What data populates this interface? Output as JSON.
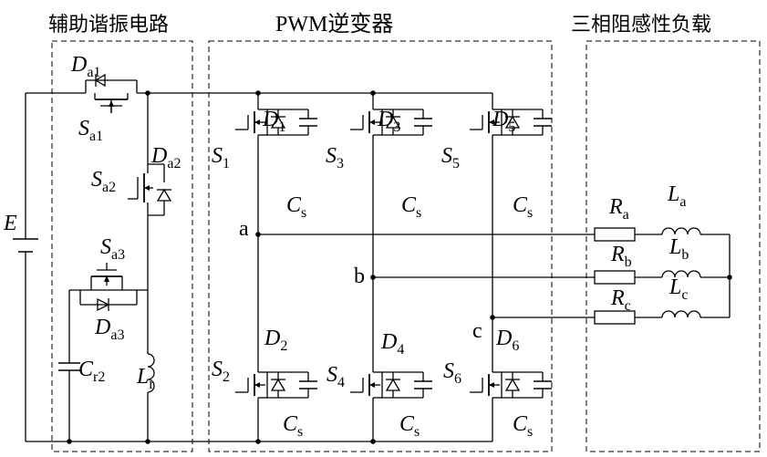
{
  "titles": {
    "auxiliary": "辅助谐振电路",
    "inverter": "PWM逆变器",
    "load": "三相阻感性负载"
  },
  "labels": {
    "E": "E",
    "Da1": "D",
    "Da1_sub": "a1",
    "Sa1": "S",
    "Sa1_sub": "a1",
    "Sa2": "S",
    "Sa2_sub": "a2",
    "Da2": "D",
    "Da2_sub": "a2",
    "Sa3": "S",
    "Sa3_sub": "a3",
    "Da3": "D",
    "Da3_sub": "a3",
    "Cr2": "C",
    "Cr2_sub": "r2",
    "Lr": "L",
    "Lr_sub": "r",
    "S1": "S",
    "S1_sub": "1",
    "D1": "D",
    "D1_sub": "1",
    "S3": "S",
    "S3_sub": "3",
    "D3": "D",
    "D3_sub": "3",
    "S5": "S",
    "S5_sub": "5",
    "D5": "D",
    "D5_sub": "5",
    "S2": "S",
    "S2_sub": "2",
    "D2": "D",
    "D2_sub": "2",
    "S4": "S",
    "S4_sub": "4",
    "D4": "D",
    "D4_sub": "4",
    "S6": "S",
    "S6_sub": "6",
    "D6": "D",
    "D6_sub": "6",
    "Cs": "C",
    "Cs_sub": "s",
    "node_a": "a",
    "node_b": "b",
    "node_c": "c",
    "Ra": "R",
    "Ra_sub": "a",
    "Rb": "R",
    "Rb_sub": "b",
    "Rc": "R",
    "Rc_sub": "c",
    "La": "L",
    "La_sub": "a",
    "Lb": "L",
    "Lb_sub": "b",
    "Lc": "L",
    "Lc_sub": "c"
  }
}
